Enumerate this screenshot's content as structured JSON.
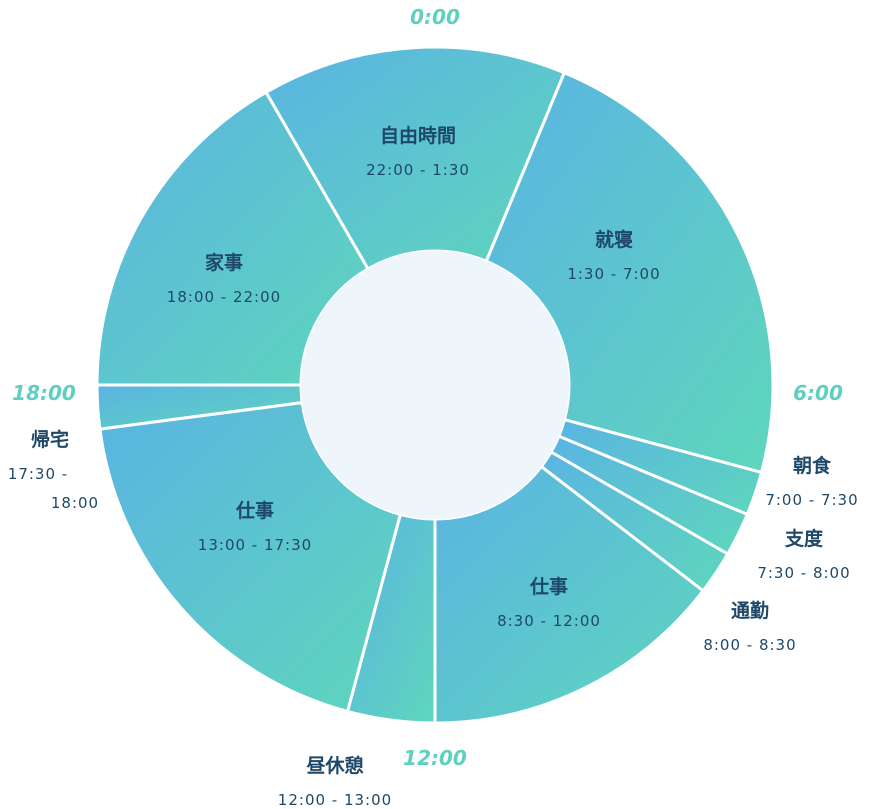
{
  "chart_data": {
    "type": "donut",
    "unit": "hours",
    "hour_labels": [
      {
        "hour": 0,
        "text": "0:00"
      },
      {
        "hour": 6,
        "text": "6:00"
      },
      {
        "hour": 12,
        "text": "12:00"
      },
      {
        "hour": 18,
        "text": "18:00"
      }
    ],
    "segments": [
      {
        "label": "自由時間",
        "time": "22:00 - 1:30",
        "start": 22.0,
        "end": 25.5
      },
      {
        "label": "就寝",
        "time": "1:30 - 7:00",
        "start": 1.5,
        "end": 7.0
      },
      {
        "label": "朝食",
        "time": "7:00 - 7:30",
        "start": 7.0,
        "end": 7.5
      },
      {
        "label": "支度",
        "time": "7:30 - 8:00",
        "start": 7.5,
        "end": 8.0
      },
      {
        "label": "通勤",
        "time": "8:00 - 8:30",
        "start": 8.0,
        "end": 8.5
      },
      {
        "label": "仕事",
        "time": "8:30 - 12:00",
        "start": 8.5,
        "end": 12.0
      },
      {
        "label": "昼休憩",
        "time": "12:00 - 13:00",
        "start": 12.0,
        "end": 13.0
      },
      {
        "label": "仕事",
        "time": "13:00 - 17:30",
        "start": 13.0,
        "end": 17.5
      },
      {
        "label": "帰宅",
        "time": "17:30 - 18:00",
        "start": 17.5,
        "end": 18.0
      },
      {
        "label": "家事",
        "time": "18:00 - 22:00",
        "start": 18.0,
        "end": 22.0
      }
    ],
    "colors": {
      "gradient_top_left": "#5ab4e2",
      "gradient_bottom_right": "#5fd6bc",
      "center": "#eef6fc",
      "divider": "#ffffff",
      "text": "#1f4868",
      "hour_label": "#5fcfc1"
    }
  }
}
